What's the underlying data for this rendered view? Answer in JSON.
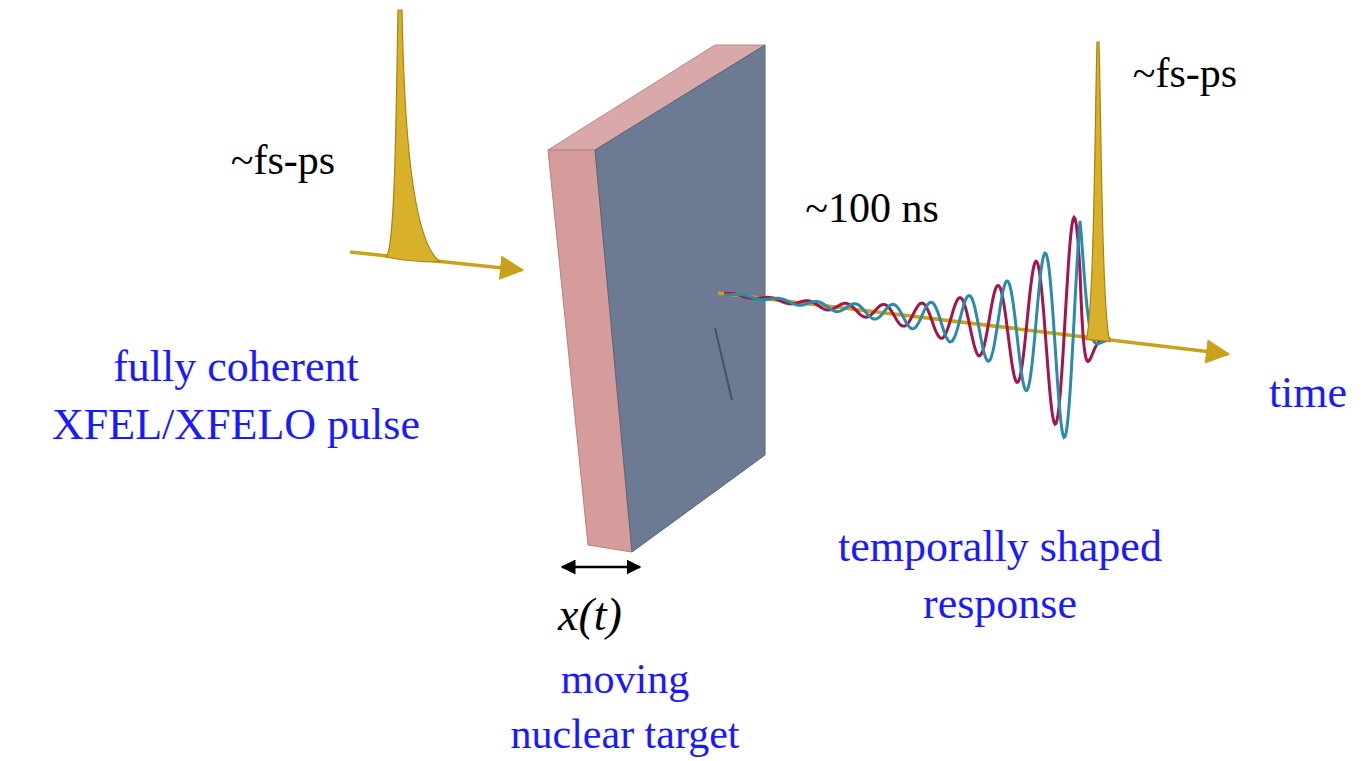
{
  "diagram": {
    "labels": [
      "~fs-ps",
      "fully coherent XFEL/XFELO pulse",
      "x(t)",
      "moving nuclear target",
      "~100 ns",
      "~fs-ps",
      "temporally shaped response",
      "time"
    ]
  }
}
